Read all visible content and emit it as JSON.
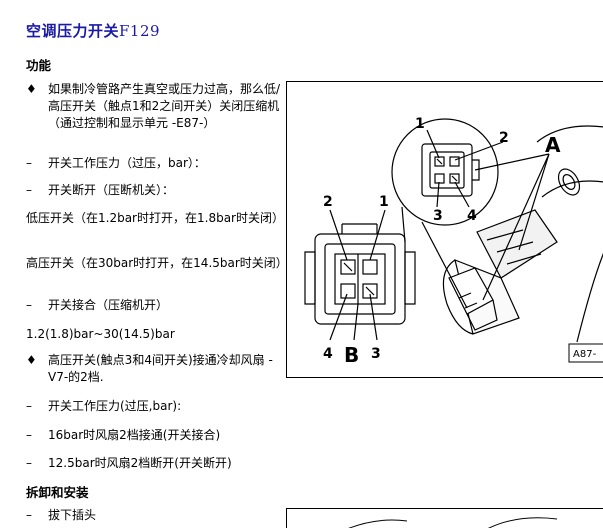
{
  "title": {
    "main": "空调压力开关",
    "code": "F129"
  },
  "sections": {
    "function": "功能",
    "removal": "拆卸和安装"
  },
  "items": [
    {
      "mark": "♦",
      "text": "如果制冷管路产生真空或压力过高，那么低/高压开关（触点1和2之间开关）关闭压缩机（通过控制和显示单元 -E87-）"
    },
    {
      "mark": "–",
      "text": "开关工作压力（过压，bar）："
    },
    {
      "mark": "–",
      "text": "开关断开（压断机关）："
    },
    {
      "text": "低压开关（在1.2bar时打开，在1.8bar时关闭）"
    },
    {
      "text": "高压开关（在30bar时打开，在14.5bar时关闭）"
    },
    {
      "mark": "–",
      "text": "开关接合（压缩机开）"
    },
    {
      "text": "1.2(1.8)bar~30(14.5)bar"
    },
    {
      "mark": "♦",
      "text": "高压开关(触点3和4间开关)接通冷却风扇 -V7-的2档."
    },
    {
      "mark": "–",
      "text": "开关工作压力(过压,bar):"
    },
    {
      "mark": "–",
      "text": "16bar时风扇2档接通(开关接合)"
    },
    {
      "mark": "–",
      "text": "12.5bar时风扇2档断开(开关断开)"
    },
    {
      "mark": "–",
      "text": "拔下插头"
    }
  ],
  "figure": {
    "labels": {
      "pin1_top": "1",
      "pin2_top": "2",
      "pin3_top": "3",
      "pin4_top": "4",
      "pin2_left": "2",
      "pin1_left": "1",
      "pin4_bottom": "4",
      "pin3_bottom": "3",
      "label_a": "A",
      "label_b": "B",
      "ref": "A87-"
    }
  }
}
